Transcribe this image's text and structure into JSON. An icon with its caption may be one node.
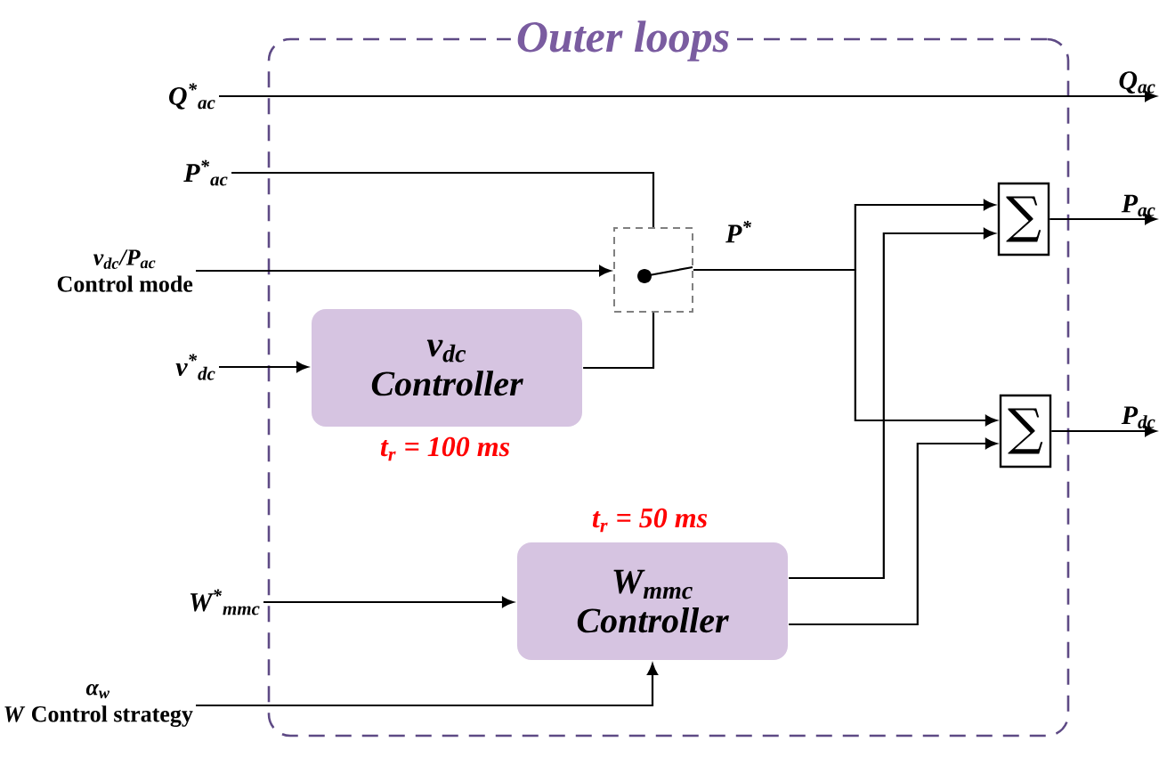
{
  "diagram": {
    "nodes": [
      {
        "text": [
          "Outer loops"
        ]
      },
      {
        "text": [
          "Q$^{*}$$_{ac}$"
        ]
      },
      {
        "text": [
          "P$^{*}$$_{ac}$"
        ]
      },
      {
        "text": [
          "v$_{dc}$/P$_{ac}$",
          "Control mode"
        ]
      },
      {
        "text": [
          "v$^{*}$$_{dc}$"
        ]
      },
      {
        "text": [
          "v$_{dc}$",
          "Controller"
        ],
        "in": 0,
        "beside": [
          "t$_{r}$ = 100 ms"
        ]
      },
      {
        "text": [],
        "shape": "box",
        "in": 0
      },
      {
        "text": [
          "W$^{*}$$_{mmc}$"
        ]
      },
      {
        "text": [
          "α$_{w}$",
          "*W* Control strategy"
        ]
      },
      {
        "text": [
          "W$_{mmc}$",
          "Controller"
        ],
        "in": 0,
        "beside": [
          "t$_{r}$ = 50 ms"
        ]
      },
      {
        "text": [
          "∑"
        ],
        "in": 0
      },
      {
        "text": [
          "∑"
        ],
        "in": 0
      },
      {
        "text": [
          "Q$_{ac}$"
        ]
      },
      {
        "text": [
          "P$_{ac}$"
        ]
      },
      {
        "text": [
          "P$_{dc}$"
        ]
      }
    ],
    "edges": [
      {
        "from": 1,
        "to": 12,
        "arrow": "to"
      },
      {
        "from": 2,
        "to": 6,
        "arrow": "none"
      },
      {
        "from": 3,
        "to": 6,
        "arrow": "to"
      },
      {
        "from": 4,
        "to": 5,
        "arrow": "to"
      },
      {
        "from": 5,
        "to": 6,
        "arrow": "none"
      },
      {
        "from": 6,
        "to": 10,
        "arrow": "to",
        "label": "P$^{*}$"
      },
      {
        "from": 6,
        "to": 11,
        "arrow": "to"
      },
      {
        "from": 7,
        "to": 9,
        "arrow": "to"
      },
      {
        "from": 8,
        "to": 9,
        "arrow": "to"
      },
      {
        "from": 9,
        "to": 10,
        "arrow": "to"
      },
      {
        "from": 9,
        "to": 11,
        "arrow": "to"
      },
      {
        "from": 10,
        "to": 13,
        "arrow": "to"
      },
      {
        "from": 11,
        "to": 14,
        "arrow": "to"
      }
    ]
  }
}
